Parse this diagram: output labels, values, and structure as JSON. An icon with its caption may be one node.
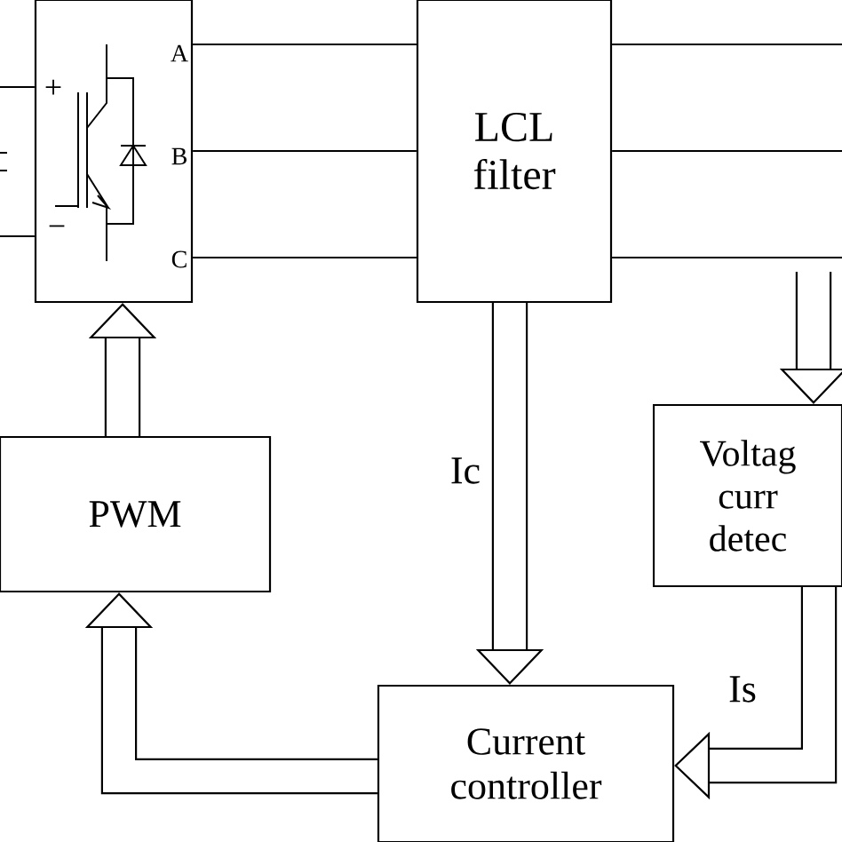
{
  "diagram": {
    "nodes": [
      {
        "text": [],
        "shape": "box"
      },
      {
        "text": [
          "LCL filter"
        ]
      },
      {
        "text": [
          "PWM"
        ]
      },
      {
        "text": [
          "Current controller"
        ]
      },
      {
        "text": [
          "Voltag curr detec"
        ]
      }
    ],
    "edges": [
      {
        "from": 0,
        "to": 1,
        "arrow": "none"
      },
      {
        "from": 0,
        "to": 1,
        "arrow": "none"
      },
      {
        "from": 0,
        "to": 1,
        "arrow": "none"
      },
      {
        "from": 1,
        "to": null,
        "arrow": "none"
      },
      {
        "from": 1,
        "to": null,
        "arrow": "none"
      },
      {
        "from": 1,
        "to": null,
        "arrow": "none"
      },
      {
        "from": null,
        "to": 0,
        "arrow": "none"
      },
      {
        "from": null,
        "to": 0,
        "arrow": "none"
      },
      {
        "from": 2,
        "to": 0,
        "arrow": "to",
        "style": "thick"
      },
      {
        "from": 1,
        "to": 3,
        "arrow": "to",
        "label": "Ic",
        "style": "thick"
      },
      {
        "from": 3,
        "to": 2,
        "arrow": "to",
        "style": "thick"
      },
      {
        "from": null,
        "to": 4,
        "arrow": "to",
        "style": "thick"
      },
      {
        "from": 4,
        "to": 3,
        "arrow": "to",
        "label": "Is",
        "style": "thick"
      }
    ],
    "labels": [
      "+",
      "−",
      "A",
      "B",
      "C"
    ]
  }
}
